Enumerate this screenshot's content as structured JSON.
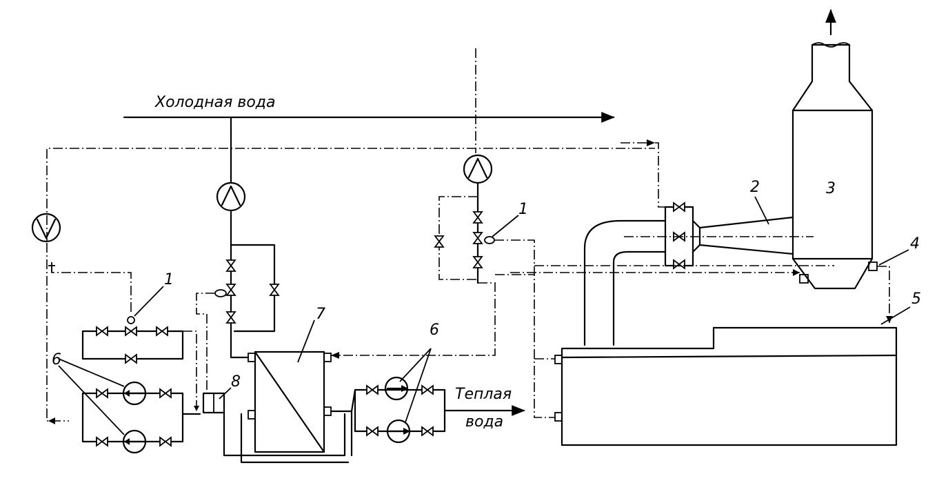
{
  "labels": {
    "cold_water": "Холодная вода",
    "warm_water_1": "Теплая",
    "warm_water_2": "вода"
  },
  "numbers": {
    "n1a": "1",
    "n1b": "1",
    "n2": "2",
    "n3": "3",
    "n4": "4",
    "n5": "5",
    "n6a": "6",
    "n6b": "6",
    "n7": "7",
    "n8": "8"
  }
}
